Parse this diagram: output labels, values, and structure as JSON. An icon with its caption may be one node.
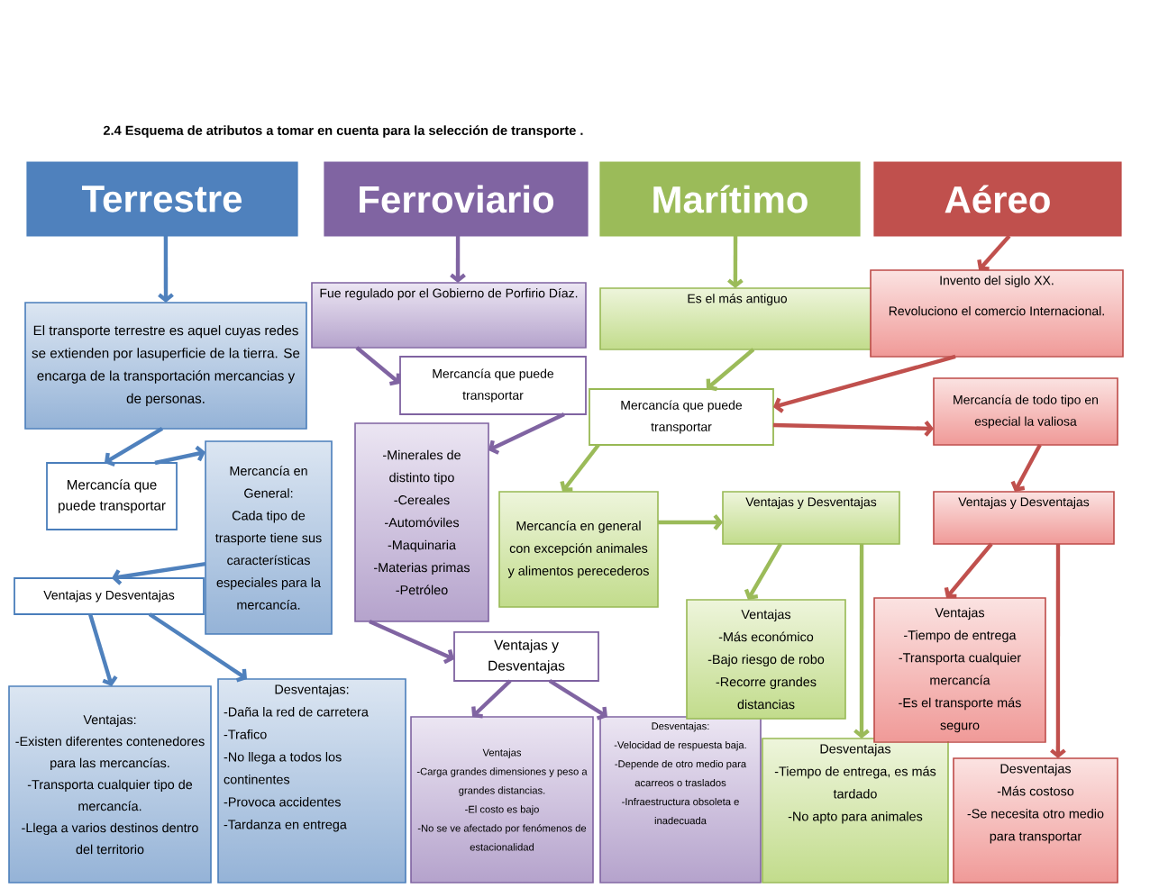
{
  "diagram": {
    "title": "2.4 Esquema de atributos a tomar en cuenta para la selección de transporte .",
    "nodes": [
      {
        "text": [
          "Terrestre"
        ]
      },
      {
        "text": [
          "Ferroviario"
        ]
      },
      {
        "text": [
          "Marítimo"
        ]
      },
      {
        "text": [
          "Aéreo"
        ]
      },
      {
        "text": [
          "El transporte terrestre es aquel cuyas redes se extienden por lasuperficie de la tierra. Se encarga de la transportación mercancias y de personas."
        ]
      },
      {
        "text": [
          "Mercancía que puede transportar"
        ]
      },
      {
        "text": [
          "Mercancía en General:",
          "Cada tipo de trasporte tiene sus características especiales para la mercancía."
        ]
      },
      {
        "text": [
          "Ventajas y Desventajas"
        ]
      },
      {
        "text": [
          "Ventajas:",
          "-Existen diferentes contenedores para las mercancías.",
          "-Transporta cualquier tipo de mercancía.",
          "-Llega a varios destinos dentro del territorio"
        ]
      },
      {
        "text": [
          "Desventajas:",
          "-Daña la red de carretera",
          "-Trafico",
          "-No llega a todos los continentes",
          "-Provoca accidentes",
          "-Tardanza en entrega"
        ]
      },
      {
        "text": [
          "Fue regulado por el Gobierno de Porfirio Díaz."
        ]
      },
      {
        "text": [
          "Mercancía que puede transportar"
        ]
      },
      {
        "text": [
          "-Minerales de distinto tipo",
          "-Cereales",
          "-Automóviles",
          "-Maquinaria",
          "-Materias primas",
          "-Petróleo"
        ]
      },
      {
        "text": [
          "Ventajas y Desventajas"
        ]
      },
      {
        "text": [
          "Ventajas",
          "-Carga grandes dimensiones y peso a grandes distancias.",
          "-El costo es bajo",
          "-No se ve afectado por fenómenos de estacionalidad"
        ]
      },
      {
        "text": [
          "Desventajas:",
          "-Velocidad de respuesta baja.",
          "-Depende de otro medio para acarreos o traslados",
          "-Infraestructura obsoleta e inadecuada"
        ]
      },
      {
        "text": [
          "Es el más antiguo"
        ]
      },
      {
        "text": [
          "Mercancía que puede transportar"
        ]
      },
      {
        "text": [
          "Mercancía en general con excepción animales y alimentos perecederos"
        ]
      },
      {
        "text": [
          "Ventajas y Desventajas"
        ]
      },
      {
        "text": [
          "Ventajas",
          "-Más económico",
          "-Bajo riesgo de robo",
          "-Recorre grandes distancias"
        ]
      },
      {
        "text": [
          "Desventajas",
          "-Tiempo de entrega, es más tardado",
          "-No apto para animales"
        ]
      },
      {
        "text": [
          "Invento del siglo XX.",
          "Revoluciono el comercio Internacional."
        ]
      },
      {
        "text": [
          "Mercancía de todo tipo en especial la valiosa"
        ]
      },
      {
        "text": [
          "Ventajas y Desventajas"
        ]
      },
      {
        "text": [
          "Ventajas",
          "-Tiempo de entrega",
          "-Transporta cualquier mercancía",
          "-Es el transporte más seguro"
        ]
      },
      {
        "text": [
          "Desventajas",
          "-Más costoso",
          "-Se necesita otro medio para transportar"
        ]
      }
    ],
    "edges": [
      {
        "from": 0,
        "to": 4,
        "arrow": "to",
        "color": "#4f81bd"
      },
      {
        "from": 4,
        "to": 5,
        "arrow": "to",
        "color": "#4f81bd"
      },
      {
        "from": 5,
        "to": 6,
        "arrow": "to",
        "color": "#4f81bd"
      },
      {
        "from": 6,
        "to": 7,
        "arrow": "to",
        "color": "#4f81bd"
      },
      {
        "from": 7,
        "to": 8,
        "arrow": "to",
        "color": "#4f81bd"
      },
      {
        "from": 7,
        "to": 9,
        "arrow": "to",
        "color": "#4f81bd"
      },
      {
        "from": 1,
        "to": 10,
        "arrow": "to",
        "color": "#8064a2"
      },
      {
        "from": 10,
        "to": 11,
        "arrow": "to",
        "color": "#8064a2"
      },
      {
        "from": 11,
        "to": 12,
        "arrow": "to",
        "color": "#8064a2"
      },
      {
        "from": 12,
        "to": 13,
        "arrow": "to",
        "color": "#8064a2"
      },
      {
        "from": 13,
        "to": 14,
        "arrow": "to",
        "color": "#8064a2"
      },
      {
        "from": 13,
        "to": 15,
        "arrow": "to",
        "color": "#8064a2"
      },
      {
        "from": 2,
        "to": 16,
        "arrow": "to",
        "color": "#9bbb59"
      },
      {
        "from": 16,
        "to": 17,
        "arrow": "to",
        "color": "#9bbb59"
      },
      {
        "from": 17,
        "to": 18,
        "arrow": "to",
        "color": "#9bbb59"
      },
      {
        "from": 18,
        "to": 19,
        "arrow": "to",
        "color": "#9bbb59"
      },
      {
        "from": 19,
        "to": 20,
        "arrow": "to",
        "color": "#9bbb59"
      },
      {
        "from": 19,
        "to": 21,
        "arrow": "to",
        "color": "#9bbb59"
      },
      {
        "from": 3,
        "to": 22,
        "arrow": "to",
        "color": "#c0504d"
      },
      {
        "from": 22,
        "to": 17,
        "arrow": "to",
        "color": "#c0504d"
      },
      {
        "from": 17,
        "to": 23,
        "arrow": "to",
        "color": "#c0504d"
      },
      {
        "from": 23,
        "to": 24,
        "arrow": "to",
        "color": "#c0504d"
      },
      {
        "from": 24,
        "to": 25,
        "arrow": "to",
        "color": "#c0504d"
      },
      {
        "from": 24,
        "to": 26,
        "arrow": "to",
        "color": "#c0504d"
      }
    ]
  }
}
